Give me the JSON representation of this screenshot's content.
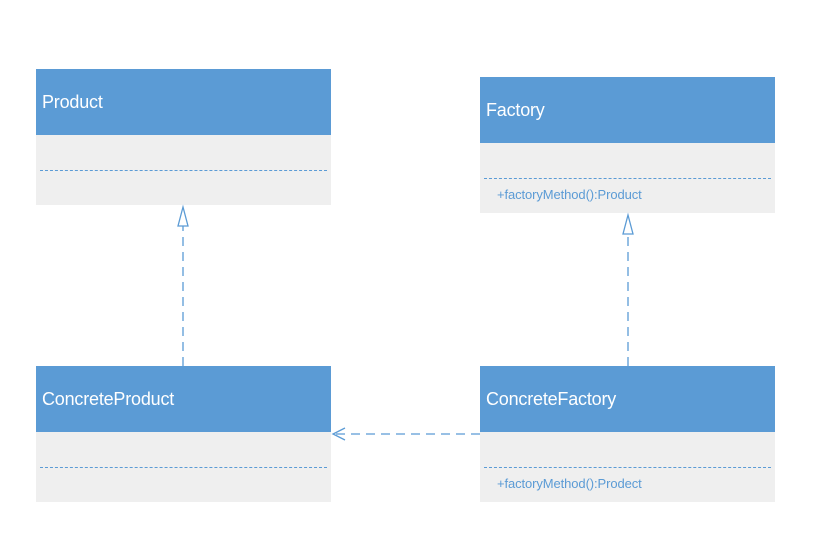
{
  "colors": {
    "header": "#5b9bd5",
    "body": "#efefef",
    "line": "#5b9bd5",
    "header_text": "#ffffff"
  },
  "classes": {
    "product": {
      "name": "Product",
      "operations": ""
    },
    "factory": {
      "name": "Factory",
      "operations": "+factoryMethod():Product"
    },
    "concrete_product": {
      "name": "ConcreteProduct",
      "operations": ""
    },
    "concrete_factory": {
      "name": "ConcreteFactory",
      "operations": "+factoryMethod():Prodect"
    }
  },
  "relationships": [
    {
      "type": "realization",
      "from": "ConcreteProduct",
      "to": "Product"
    },
    {
      "type": "realization",
      "from": "ConcreteFactory",
      "to": "Factory"
    },
    {
      "type": "dependency",
      "from": "ConcreteFactory",
      "to": "ConcreteProduct"
    }
  ]
}
